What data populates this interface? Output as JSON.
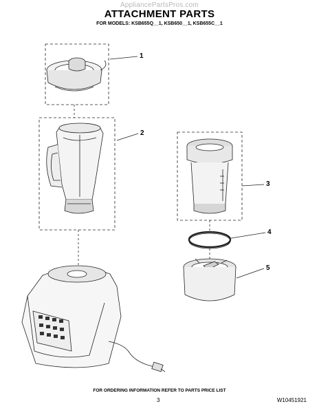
{
  "header": {
    "watermark": "AppliancePartsPros.com",
    "title": "ATTACHMENT PARTS",
    "subtitle": "FOR MODELS: KSB655Q__1, KSB650__1, KSB655C__1"
  },
  "callouts": [
    "1",
    "2",
    "3",
    "4",
    "5"
  ],
  "footer": {
    "note": "FOR ORDERING INFORMATION REFER TO PARTS PRICE LIST",
    "page_number": "3",
    "doc_number": "W10451921"
  }
}
